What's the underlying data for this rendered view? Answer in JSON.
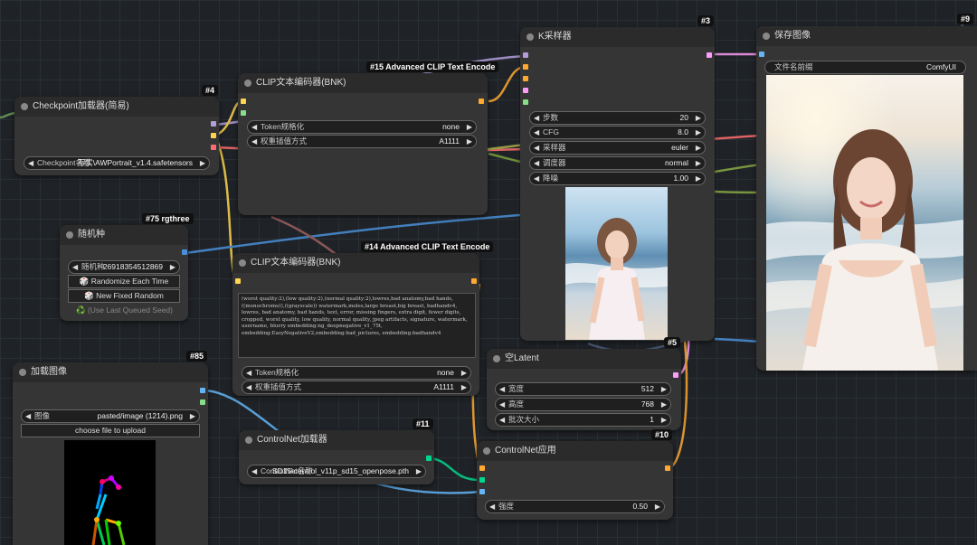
{
  "colors": {
    "canvas": "#1f2327",
    "node_bg": "#353535",
    "port_model": "#b39ddb",
    "port_clip": "#ffd54f",
    "port_vae": "#ff6e6e",
    "port_conditioning": "#ffa931",
    "port_latent": "#ff9cf9",
    "port_image": "#64b5f6",
    "port_int": "#4a90d9",
    "port_controlnet": "#00d78d",
    "port_output": "#88dd88"
  },
  "nodes": {
    "checkpoint": {
      "badge": "#4",
      "title": "Checkpoint加载器(简易)",
      "ckpt_label": "Checkpoint名称",
      "ckpt_value": "写实\\AWPortrait_v1.4.safetensors"
    },
    "seed": {
      "badge": "#75 rgthree",
      "title": "随机种",
      "seed_label": "随机种",
      "seed_value": "26918354512869",
      "randomize_btn": "🎲 Randomize Each Time",
      "fixed_btn": "🎲 New Fixed Random",
      "last_seed": "♻️ (Use Last Queued Seed)"
    },
    "clip_pos": {
      "badge": "#15 Advanced CLIP Text Encode",
      "title": "CLIP文本编码器(BNK)",
      "token_label": "Token规格化",
      "token_value": "none",
      "weight_label": "权重插值方式",
      "weight_value": "A1111"
    },
    "clip_neg": {
      "badge": "#14 Advanced CLIP Text Encode",
      "title": "CLIP文本编码器(BNK)",
      "prompt": "(worst quality:2),(low quality:2),(normal quality:2),lowres,bad anatomy,bad hands,((monochrome)),((grayscale)) watermark,moles,large breast,big breast, badhandv4, lowres, bad anatomy, bad hands, text, error, missing fingers, extra digit, fewer digits, cropped, worst quality, low quality, normal quality, jpeg artifacts, signature, watermark, username, blurry embedding:ng_deepnegative_v1_75t, embedding:EasyNegativeV2,embedding:bad_pictures, embedding:badhandv4",
      "token_label": "Token规格化",
      "token_value": "none",
      "weight_label": "权重插值方式",
      "weight_value": "A1111"
    },
    "ksampler": {
      "badge": "#3",
      "title": "K采样器",
      "widgets": [
        {
          "label": "步数",
          "value": "20"
        },
        {
          "label": "CFG",
          "value": "8.0"
        },
        {
          "label": "采样器",
          "value": "euler"
        },
        {
          "label": "调度器",
          "value": "normal"
        },
        {
          "label": "降噪",
          "value": "1.00"
        }
      ]
    },
    "save": {
      "badge": "#9",
      "title": "保存图像",
      "prefix_label": "文件名前缀",
      "prefix_value": "ComfyUI"
    },
    "latent": {
      "badge": "#5",
      "title": "空Latent",
      "widgets": [
        {
          "label": "宽度",
          "value": "512"
        },
        {
          "label": "高度",
          "value": "768"
        },
        {
          "label": "批次大小",
          "value": "1"
        }
      ]
    },
    "load_image": {
      "badge": "#85",
      "title": "加载图像",
      "image_label": "图像",
      "image_value": "pasted/image (1214).png",
      "upload_btn": "choose file to upload"
    },
    "cn_loader": {
      "badge": "#11",
      "title": "ControlNet加载器",
      "model_label": "ControlNet名称",
      "model_value": "SD15\\control_v11p_sd15_openpose.pth"
    },
    "cn_apply": {
      "badge": "#10",
      "title": "ControlNet应用",
      "strength_label": "强度",
      "strength_value": "0.50"
    }
  }
}
